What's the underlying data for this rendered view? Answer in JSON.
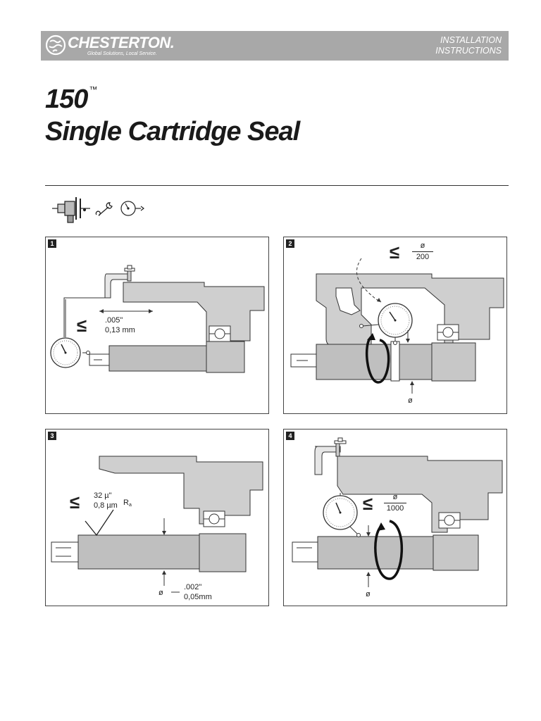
{
  "header": {
    "brand_name": "CHESTERTON.",
    "brand_tagline": "Global Solutions, Local Service.",
    "doc_type_line1": "INSTALLATION",
    "doc_type_line2": "INSTRUCTIONS",
    "band_color": "#a8a8a8"
  },
  "title": {
    "model": "150",
    "trademark": "™",
    "product": "Single Cartridge Seal"
  },
  "tools": [
    "seal-assembly-icon",
    "wrench-icon",
    "dial-indicator-icon"
  ],
  "panels": [
    {
      "step": "1",
      "symbol": "≤",
      "line1": ".005\"",
      "line2": "0,13 mm"
    },
    {
      "step": "2",
      "symbol": "≤",
      "numerator": "ø",
      "denominator": "200",
      "bottom_label": "ø"
    },
    {
      "step": "3",
      "symbol": "≤",
      "line1": "32 µ\"",
      "line2": "0,8 µm",
      "roughness": "R",
      "roughness_sub": "a",
      "bottom_symbol": "ø",
      "bottom_line1": ".002\"",
      "bottom_line2": "0,05mm"
    },
    {
      "step": "4",
      "symbol": "≤",
      "numerator": "ø",
      "denominator": "1000",
      "bottom_label": "ø"
    }
  ]
}
